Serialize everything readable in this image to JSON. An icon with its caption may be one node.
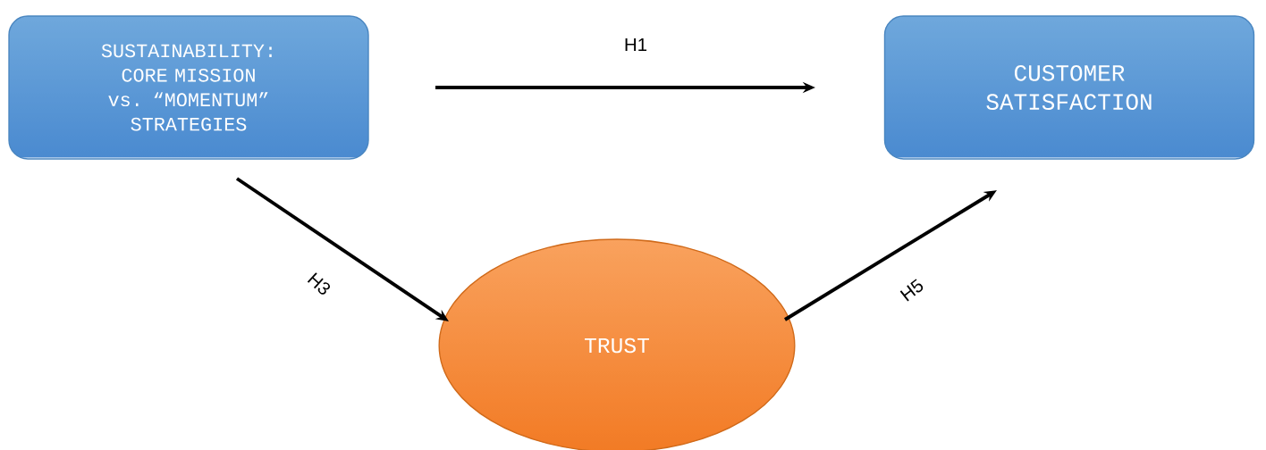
{
  "diagram": {
    "nodes": [
      {
        "text": [
          "SUSTAINABILITY: CORE MISSION vs. “MOMENTUM” STRATEGIES"
        ]
      },
      {
        "text": [
          "CUSTOMER SATISFACTION"
        ]
      },
      {
        "text": [
          "TRUST"
        ]
      }
    ],
    "edges": [
      {
        "from": 0,
        "to": 1,
        "arrow": "to",
        "label": "H1"
      },
      {
        "from": 0,
        "to": 2,
        "arrow": "to",
        "label": "H3"
      },
      {
        "from": 2,
        "to": 1,
        "arrow": "to",
        "label": "H5"
      }
    ]
  }
}
